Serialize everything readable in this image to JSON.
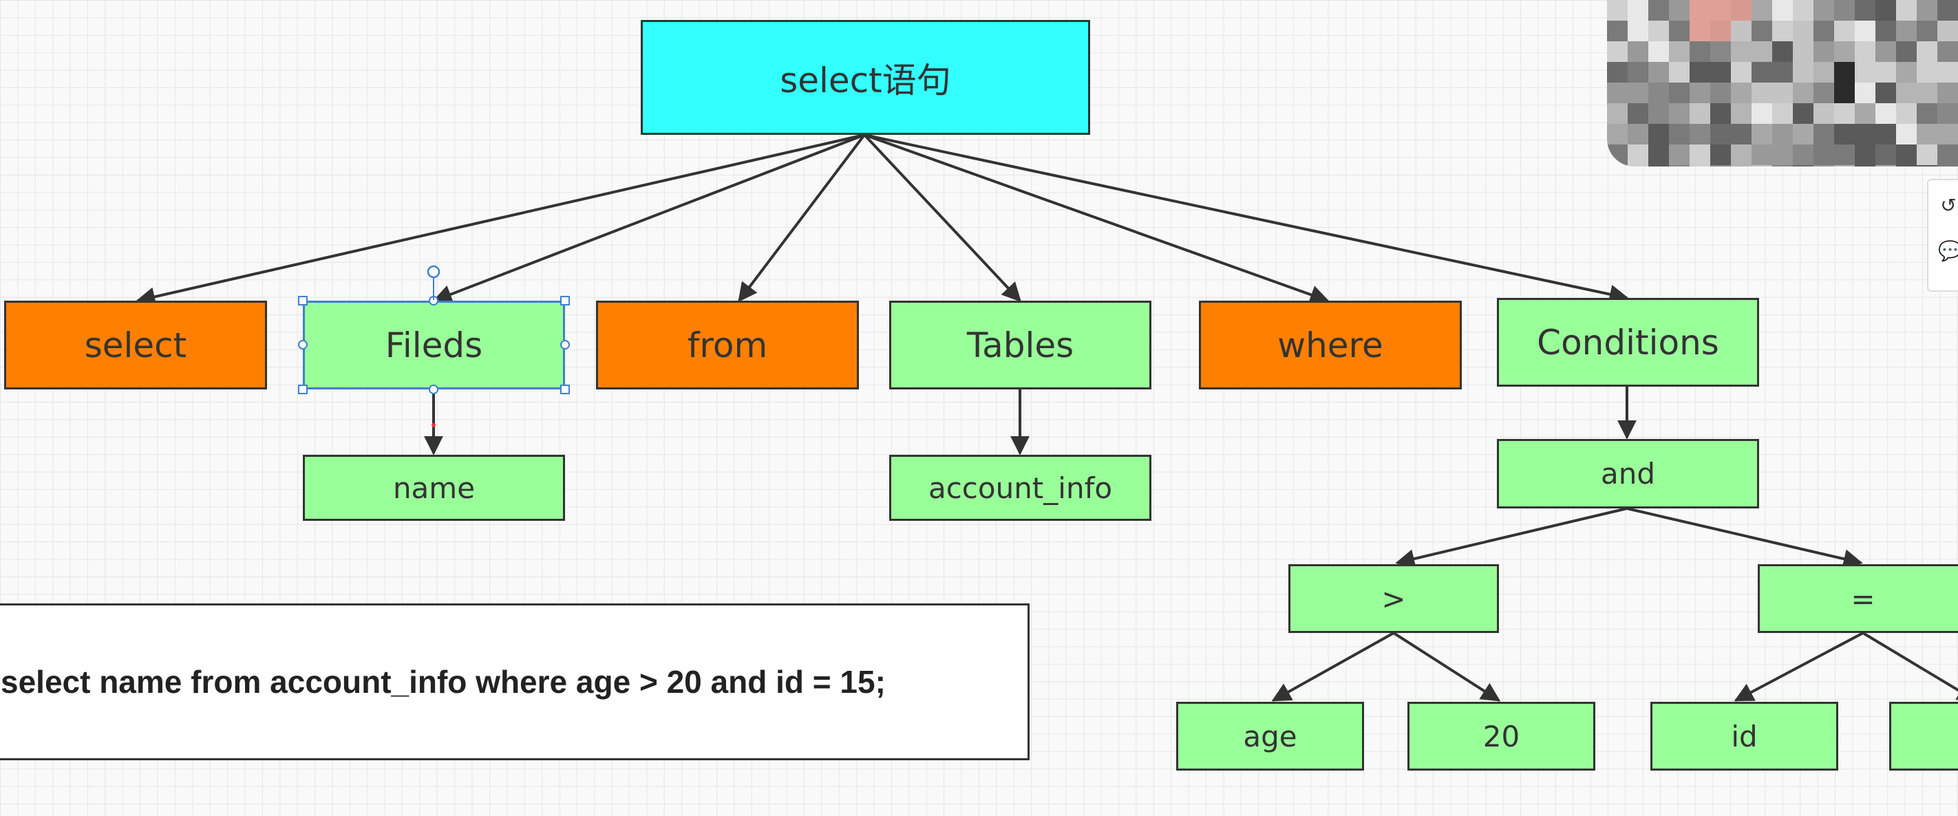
{
  "diagram": {
    "root": {
      "label": "select语句"
    },
    "level1": [
      {
        "id": "select",
        "label": "select",
        "color": "#ff8000"
      },
      {
        "id": "fileds",
        "label": "Fileds",
        "color": "#99ff99"
      },
      {
        "id": "from",
        "label": "from",
        "color": "#ff8000"
      },
      {
        "id": "tables",
        "label": "Tables",
        "color": "#99ff99"
      },
      {
        "id": "where",
        "label": "where",
        "color": "#ff8000"
      },
      {
        "id": "conditions",
        "label": "Conditions",
        "color": "#99ff99"
      }
    ],
    "fileds_child": {
      "label": "name"
    },
    "tables_child": {
      "label": "account_info"
    },
    "conditions_child": {
      "label": "and"
    },
    "operators": [
      {
        "label": ">",
        "operands": [
          "age",
          "20"
        ]
      },
      {
        "label": "=",
        "operands": [
          "id",
          ""
        ]
      }
    ],
    "selected_node": "fileds"
  },
  "sql_box": {
    "text": "select name from account_info where age > 20 and  id = 15;"
  },
  "toolbar": {
    "icons": [
      "history-icon",
      "comment-icon"
    ]
  },
  "colors": {
    "root": "#33ffff",
    "keyword": "#ff8000",
    "node": "#99ff99",
    "selection": "#3f7fd0"
  }
}
